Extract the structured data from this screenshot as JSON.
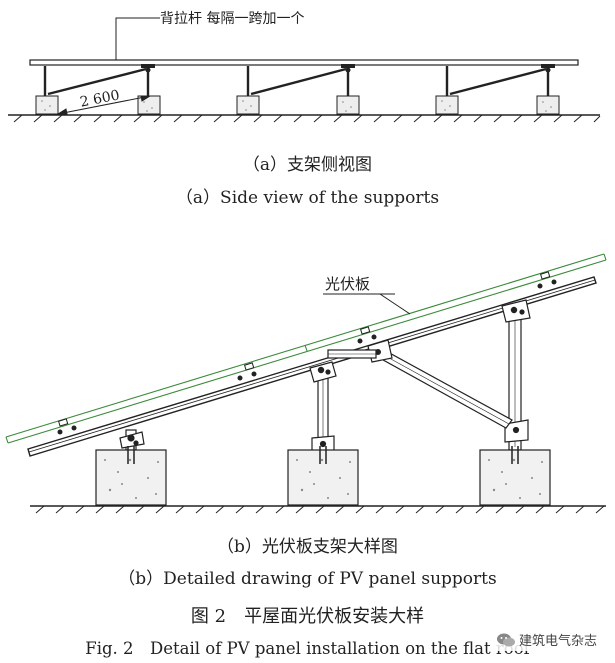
{
  "fig_a": {
    "callout": "背拉杆 每隔一跨加一个",
    "dimension": "2 600",
    "caption_cn": "（a）支架侧视图",
    "caption_en": "（a）Side view of the supports"
  },
  "fig_b": {
    "callout": "光伏板",
    "caption_cn": "（b）光伏板支架大样图",
    "caption_en": "（b）Detailed drawing of PV panel supports"
  },
  "figure": {
    "title_cn": "图 2　平屋面光伏板安装大样",
    "title_en": "Fig. 2　Detail of PV panel installation on the flat roof"
  },
  "watermark": {
    "text": "建筑电气杂志",
    "icon": "wechat-icon"
  },
  "colors": {
    "line": "#222222",
    "panel": "#3a8a3a",
    "ground": "#333333"
  }
}
